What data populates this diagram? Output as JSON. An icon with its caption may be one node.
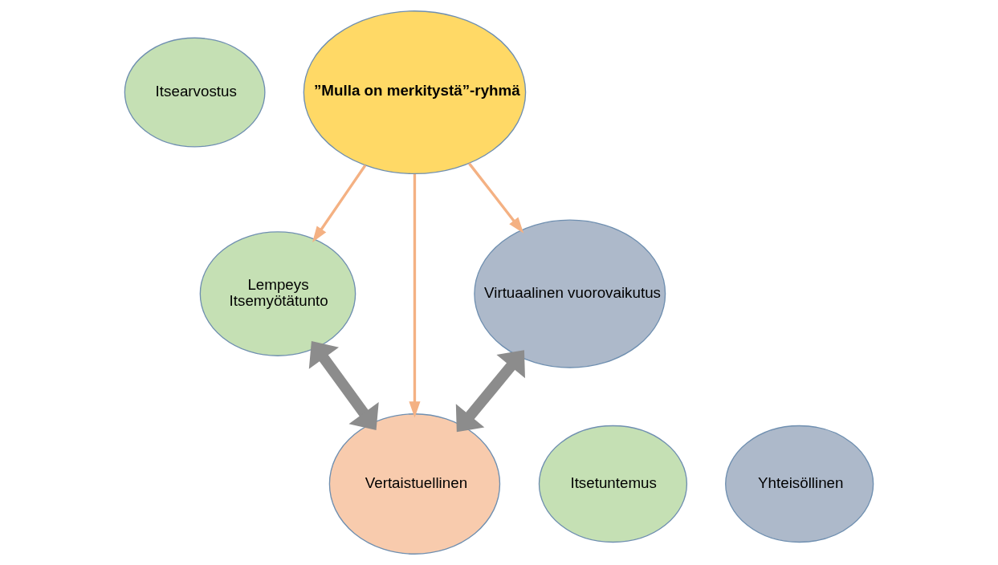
{
  "diagram": {
    "nodes": [
      {
        "text": [
          "”Mulla on merkitystä”-ryhmä"
        ]
      },
      {
        "text": [
          "Itsearvostus"
        ]
      },
      {
        "text": [
          "Lempeys",
          "Itsemyötätunto"
        ]
      },
      {
        "text": [
          "Itsetuntemus"
        ]
      },
      {
        "text": [
          "Vertaistuellinen"
        ]
      },
      {
        "text": [
          "Virtuaalinen vuorovaikutus"
        ]
      },
      {
        "text": [
          "Yhteisöllinen"
        ]
      }
    ],
    "edges": [
      {
        "from": 0,
        "to": 2,
        "arrow": "to"
      },
      {
        "from": 0,
        "to": 4,
        "arrow": "to"
      },
      {
        "from": 0,
        "to": 5,
        "arrow": "to"
      },
      {
        "from": 2,
        "to": 4,
        "arrow": "both",
        "style": "thick",
        "color": "#8c8c8c"
      },
      {
        "from": 4,
        "to": 5,
        "arrow": "both",
        "style": "thick",
        "color": "#8c8c8c"
      }
    ]
  }
}
